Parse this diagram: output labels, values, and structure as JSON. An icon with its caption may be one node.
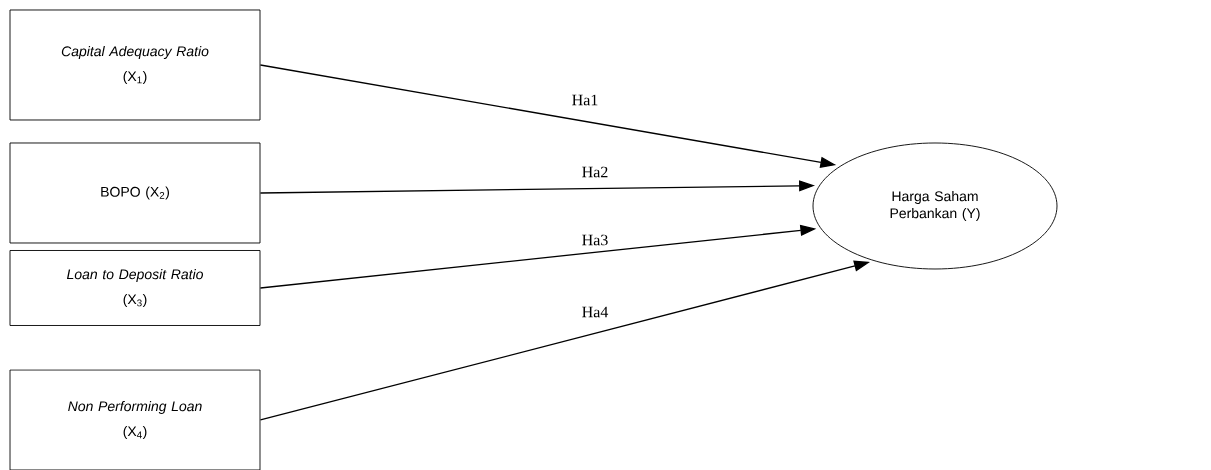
{
  "diagram": {
    "nodes": [
      {
        "text": [
          "Capital Adequacy Ratio",
          "(X$_{1}$)"
        ]
      },
      {
        "text": [
          "BOPO (X$_{2}$)"
        ]
      },
      {
        "text": [
          "Loan to Deposit Ratio",
          "(X$_{3}$)"
        ]
      },
      {
        "text": [
          "Non Performing Loan",
          "(X$_{4}$)"
        ]
      },
      {
        "text": [
          "Harga Saham Perbankan (Y)"
        ]
      }
    ],
    "edges": [
      {
        "from": 0,
        "to": 4,
        "arrow": "to",
        "label": "Ha1"
      },
      {
        "from": 1,
        "to": 4,
        "arrow": "to",
        "label": "Ha2"
      },
      {
        "from": 2,
        "to": 4,
        "arrow": "to",
        "label": "Ha3"
      },
      {
        "from": 3,
        "to": 4,
        "arrow": "to",
        "label": "Ha4"
      }
    ]
  }
}
